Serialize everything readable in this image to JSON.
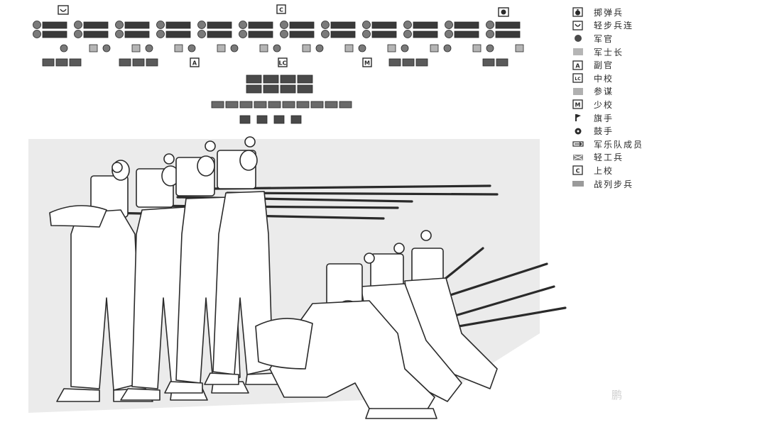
{
  "legend": [
    {
      "label": "掷弹兵",
      "icon": "grenadier-symbol-icon"
    },
    {
      "label": "轻步兵连",
      "icon": "light-infantry-horn-icon"
    },
    {
      "label": "军官",
      "icon": "officer-dot-icon"
    },
    {
      "label": "军士长",
      "icon": "sergeant-major-square-icon"
    },
    {
      "label": "副官",
      "icon": "adjutant-a-icon"
    },
    {
      "label": "中校",
      "icon": "lieutenant-colonel-lc-icon"
    },
    {
      "label": "参谋",
      "icon": "staff-square-icon"
    },
    {
      "label": "少校",
      "icon": "major-m-icon"
    },
    {
      "label": "旗手",
      "icon": "ensign-flag-icon"
    },
    {
      "label": "鼓手",
      "icon": "drummer-dot-icon"
    },
    {
      "label": "军乐队成员",
      "icon": "bandsman-arrow-icon"
    },
    {
      "label": "轻工兵",
      "icon": "pioneer-hatched-icon"
    },
    {
      "label": "上校",
      "icon": "colonel-c-icon"
    },
    {
      "label": "战列步兵",
      "icon": "line-infantry-bar-icon"
    }
  ],
  "symbols": {
    "adjutant": "A",
    "lieutenant_colonel": "LC",
    "major": "M",
    "colonel": "C"
  },
  "corner_mark": "鹏",
  "colors": {
    "ink": "#2a2a2a",
    "grey": "#7a7a7a",
    "light_grey": "#b5b5b5",
    "paper": "#ffffff"
  }
}
